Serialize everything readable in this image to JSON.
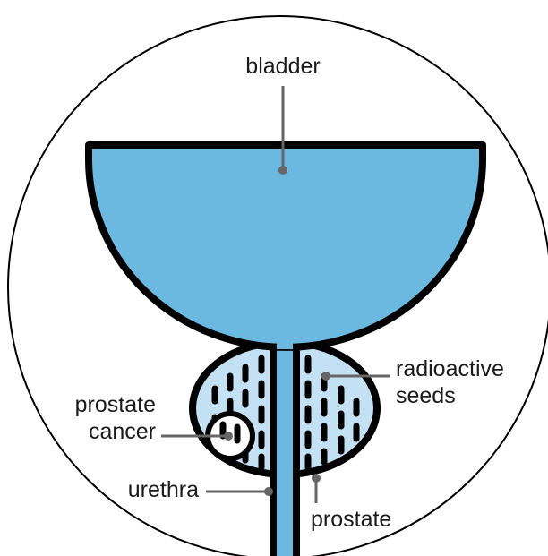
{
  "labels": {
    "bladder": "bladder",
    "radioactive_seeds_line1": "radioactive",
    "radioactive_seeds_line2": "seeds",
    "prostate_cancer_line1": "prostate",
    "prostate_cancer_line2": "cancer",
    "urethra": "urethra",
    "prostate": "prostate"
  },
  "colors": {
    "bladder_fill": "#6bb9e1",
    "prostate_fill": "#c4e0f3",
    "outline": "#000000",
    "leader_line": "#666666",
    "background": "#ffffff"
  }
}
